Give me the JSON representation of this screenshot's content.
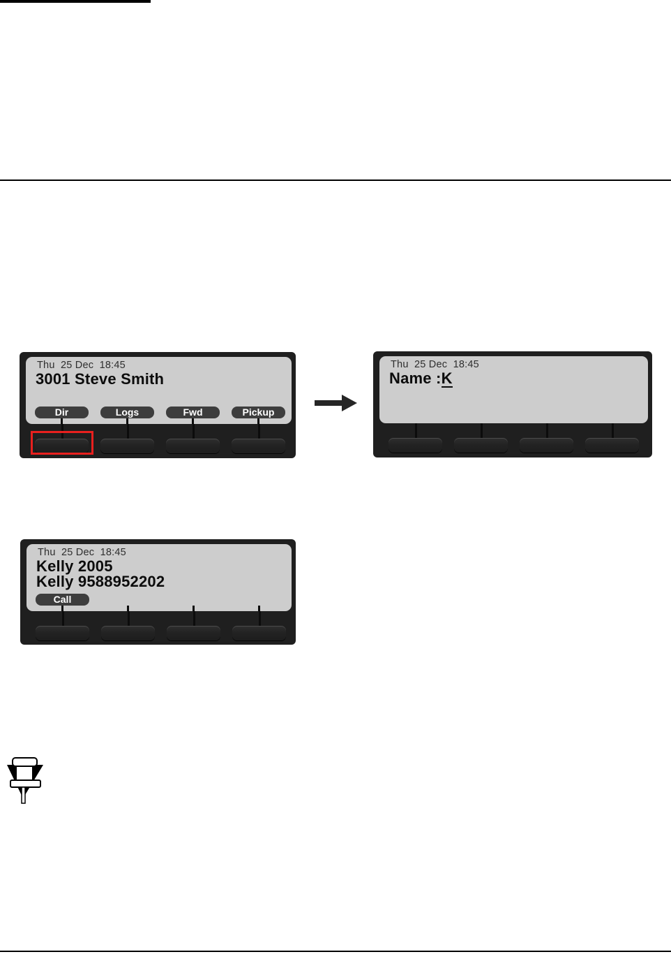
{
  "colors": {
    "page_background": "#ffffff",
    "phone_body": "#1f1f1f",
    "lcd_background": "#cdcdcd",
    "softkey_pill": "#3d3d3d",
    "softkey_pill_text": "#ffffff",
    "lcd_date_text": "#2e2e2e",
    "lcd_main_text": "#0c0c0c",
    "highlight_red": "#e8201e",
    "rule": "#000000",
    "arrow": "#262626"
  },
  "screens": [
    {
      "name": "idle-screen",
      "date": "Thu  25 Dec  18:45",
      "lines": [
        "3001 Steve Smith"
      ],
      "softkeys": [
        "Dir",
        "Logs",
        "Fwd",
        "Pickup"
      ],
      "highlighted_key": "key-under-Dir"
    },
    {
      "name": "directory-name-entry-screen",
      "date": "Thu  25 Dec  18:45",
      "entry_label": "Name :",
      "entry_value": "K",
      "softkeys": []
    },
    {
      "name": "directory-result-screen",
      "date": "Thu  25 Dec  18:45",
      "lines": [
        "Kelly 2005",
        "Kelly 9588952202"
      ],
      "softkeys": [
        "Call"
      ]
    }
  ],
  "icons": {
    "arrow": "arrow-right",
    "note": "note-pushpin-triangle"
  }
}
